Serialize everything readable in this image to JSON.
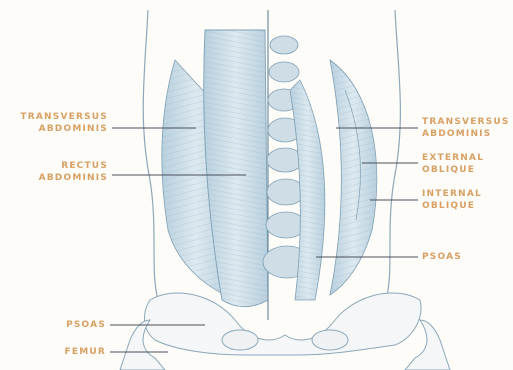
{
  "labels": {
    "left_transversus": [
      "TRANSVERSUS",
      "ABDOMINIS"
    ],
    "left_rectus": [
      "RECTUS",
      "ABDOMINIS"
    ],
    "left_psoas": "PSOAS",
    "left_femur": "FEMUR",
    "right_transversus": [
      "TRANSVERSUS",
      "ABDOMINIS"
    ],
    "right_external": [
      "EXTERNAL",
      "OBLIQUE"
    ],
    "right_internal": [
      "INTERNAL",
      "OBLIQUE"
    ],
    "right_psoas": "PSOAS"
  },
  "colors": {
    "label_text": "#d9a064",
    "leader_line": "#4a4f5c",
    "muscle_fill": "#c8dbe6",
    "muscle_stroke": "#7f9fb3",
    "outline": "#8da7b8"
  }
}
